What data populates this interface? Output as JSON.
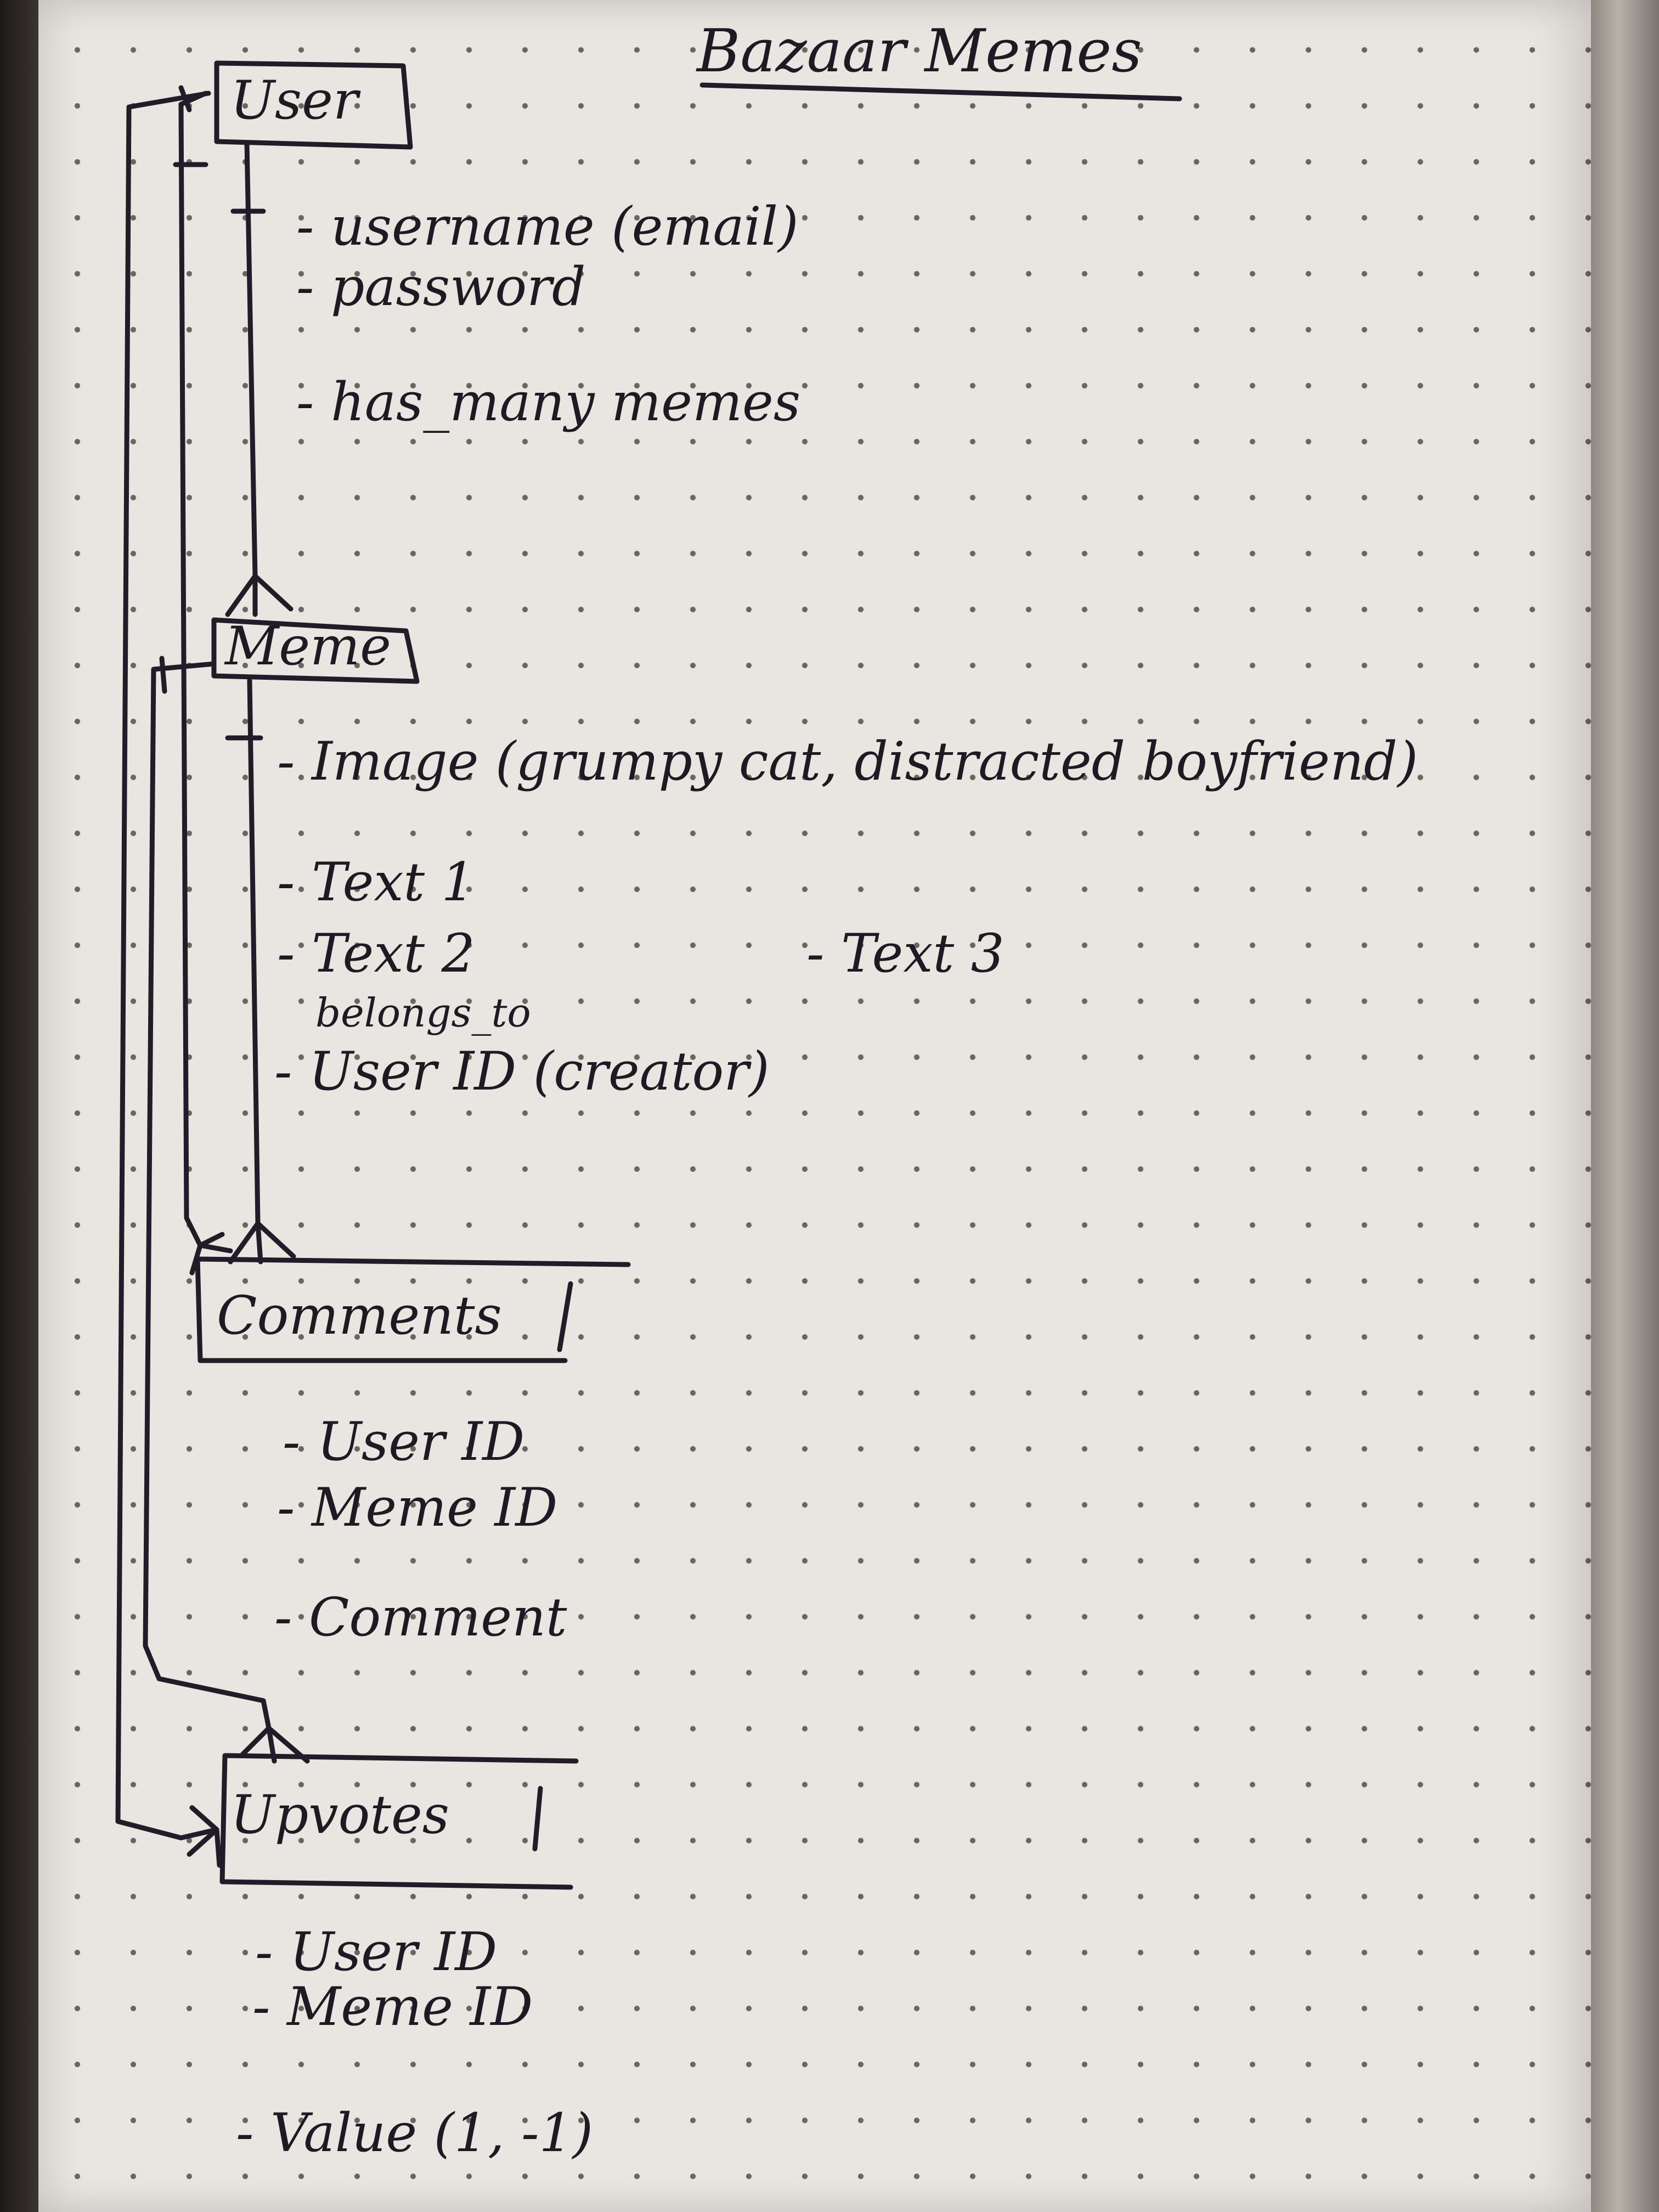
{
  "title": "Bazaar Memes",
  "entities": {
    "user": {
      "name": "User",
      "attributes": [
        "- username (email)",
        "- password",
        "- has_many memes"
      ]
    },
    "meme": {
      "name": "Meme",
      "attributes": [
        "- Image (grumpy cat, distracted boyfriend)",
        "- Text 1",
        "- Text 2",
        "- Text 3",
        "- User ID (creator)"
      ],
      "annotation": "belongs_to"
    },
    "comments": {
      "name": "Comments",
      "attributes": [
        "- User ID",
        "- Meme ID",
        "- Comment"
      ]
    },
    "upvotes": {
      "name": "Upvotes",
      "attributes": [
        "- User ID",
        "- Meme ID",
        "- Value (1, -1)"
      ]
    }
  }
}
